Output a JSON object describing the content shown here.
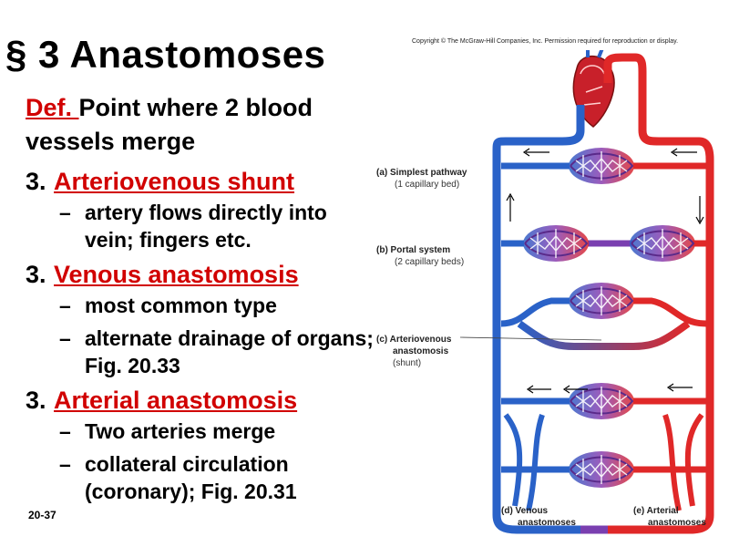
{
  "slide": {
    "title": "§ 3 Anastomoses",
    "definition": {
      "label": "Def. ",
      "text": "Point where 2 blood vessels merge"
    },
    "items": [
      {
        "number": "3.",
        "heading": "Arteriovenous shunt",
        "bullets": [
          "artery flows directly into vein; fingers etc."
        ]
      },
      {
        "number": "3.",
        "heading": "Venous anastomosis",
        "bullets": [
          "most common type",
          "alternate drainage of organs; Fig. 20.33"
        ]
      },
      {
        "number": "3.",
        "heading": "Arterial anastomosis",
        "bullets": [
          "Two arteries merge",
          "collateral circulation (coronary); Fig. 20.31"
        ]
      }
    ],
    "page_number": "20-37",
    "bullet_dash": "–"
  },
  "figure": {
    "copyright": "Copyright © The McGraw-Hill Companies, Inc. Permission required for reproduction or display.",
    "labels": {
      "a_title": "(a) Simplest pathway",
      "a_sub": "(1 capillary bed)",
      "b_title": "(b) Portal system",
      "b_sub": "(2 capillary beds)",
      "c_title1": "(c) Arteriovenous",
      "c_title2": "anastomosis",
      "c_sub": "(shunt)",
      "d_title1": "(d) Venous",
      "d_title2": "anastomoses",
      "e_title1": "(e) Arterial",
      "e_title2": "anastomoses"
    },
    "colors": {
      "artery": "#e02828",
      "vein": "#2a62c8",
      "capillary": "#7a3fa8",
      "text_red": "#d10000"
    }
  }
}
